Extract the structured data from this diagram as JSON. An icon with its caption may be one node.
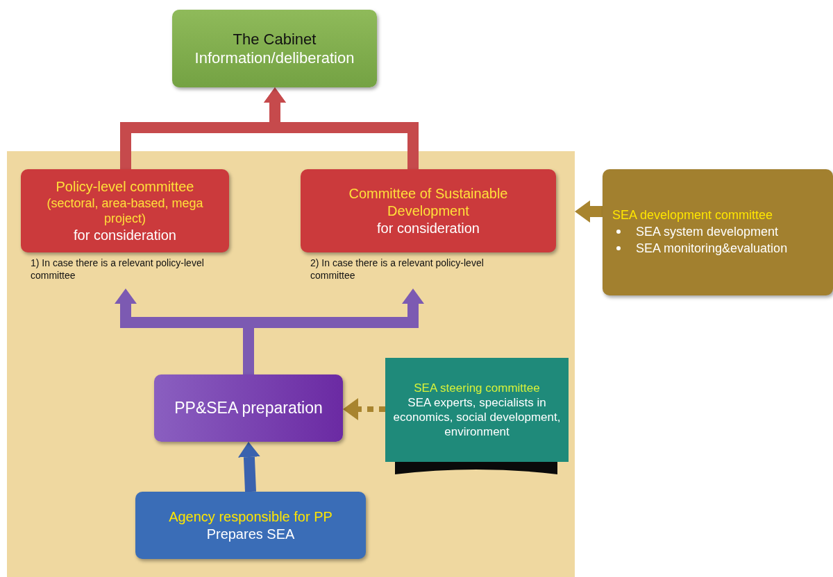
{
  "diagram": {
    "nodes": [
      {
        "text": [
          "The Cabinet",
          "Information/deliberation"
        ]
      },
      {
        "text": [],
        "shape": "box"
      },
      {
        "text": [
          "Policy-level committee",
          "(sectoral, area-based, mega project)",
          "for consideration"
        ],
        "beside": [
          "1) In case there is a relevant policy-level committee"
        ],
        "in": 1
      },
      {
        "text": [
          "Committee of Sustainable Development",
          "for consideration"
        ],
        "beside": [
          "2) In case there is a relevant policy-level committee"
        ],
        "in": 1
      },
      {
        "text": [
          "SEA development committee",
          "SEA system development",
          "SEA monitoring&evaluation"
        ]
      },
      {
        "text": [
          "PP&SEA preparation"
        ],
        "in": 1
      },
      {
        "text": [
          "SEA steering committee",
          "SEA experts, specialists in economics, social development, environment"
        ],
        "in": 1
      },
      {
        "text": [
          "Agency responsible for PP",
          "Prepares SEA"
        ],
        "in": 1
      }
    ],
    "edges": [
      {
        "from": 2,
        "to": 0,
        "arrow": "to",
        "color": "#c64a4c"
      },
      {
        "from": 3,
        "to": 0,
        "arrow": "to",
        "color": "#c64a4c"
      },
      {
        "from": 5,
        "to": 2,
        "arrow": "to",
        "color": "#7c5ab2"
      },
      {
        "from": 5,
        "to": 3,
        "arrow": "to",
        "color": "#7c5ab2"
      },
      {
        "from": 7,
        "to": 5,
        "arrow": "to",
        "color": "#3a62ae"
      },
      {
        "from": 6,
        "to": 5,
        "arrow": "to",
        "style": "dashed",
        "color": "#a8842e"
      },
      {
        "from": 4,
        "to": 1,
        "arrow": "to",
        "color": "#a8842e"
      }
    ]
  }
}
